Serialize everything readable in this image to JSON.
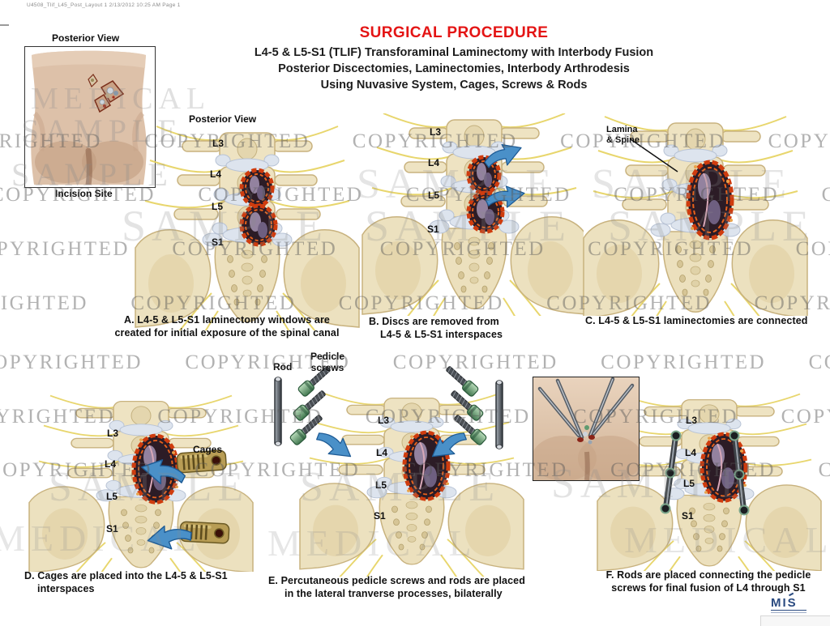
{
  "print_header": "U4508_Tlif_L45_Post_Layout 1   2/13/2012   10:25 AM   Page 1",
  "header": {
    "title": "SURGICAL PROCEDURE",
    "title_color": "#e41414",
    "subtitle_lines": [
      "L4-5 & L5-S1 (TLIF) Transforaminal  Laminectomy with Interbody Fusion",
      "Posterior  Discectomies, Laminectomies, Interbody Arthrodesis",
      "Using Nuvasive System, Cages, Screws & Rods"
    ]
  },
  "incision_panel": {
    "view_label": "Posterior View",
    "caption": "Incision Site"
  },
  "panels": {
    "a": {
      "view_label": "Posterior View",
      "vertebrae": [
        "L3",
        "L4",
        "L5",
        "S1"
      ],
      "caption": [
        "A. L4-5 & L5-S1 laminectomy windows are",
        "created for initial exposure of the spinal canal"
      ]
    },
    "b": {
      "vertebrae": [
        "L3",
        "L4",
        "L5",
        "S1"
      ],
      "caption": [
        "B. Discs are removed from",
        "L4-5 & L5-S1 interspaces"
      ]
    },
    "c": {
      "annotation": [
        "Lamina",
        "& Spine"
      ],
      "caption": [
        "C. L4-5 & L5-S1 laminectomies are connected"
      ]
    },
    "d": {
      "vertebrae": [
        "L3",
        "L4",
        "L5",
        "S1"
      ],
      "annotation": "Cages",
      "caption": [
        "D. Cages are placed into the L4-5 & L5-S1",
        "interspaces"
      ]
    },
    "e": {
      "vertebrae": [
        "L3",
        "L4",
        "L5",
        "S1"
      ],
      "rod_label": "Rod",
      "screws_label": [
        "Pedicle",
        "screws"
      ],
      "caption": [
        "E.  Percutaneous pedicle screws and rods are placed",
        "in the lateral tranverse processes, bilaterally"
      ]
    },
    "f": {
      "vertebrae": [
        "L3",
        "L4",
        "L5",
        "S1"
      ],
      "caption": [
        "F. Rods are placed connecting the pedicle",
        "screws for final fusion of L4 through S1"
      ]
    }
  },
  "watermarks": {
    "copyrighted": "COPYRIGHTED",
    "sample": "SAMPLE",
    "medical": "MEDICAL"
  },
  "logo": {
    "text": "MIS"
  },
  "colors": {
    "title_red": "#e41414",
    "bone": "#ece1bf",
    "ligament": "#d9e1ec",
    "window_red": "#cf3c0e",
    "arrow_blue": "#4a90c8",
    "screw_green": "#5f9a6f",
    "watermark_gray": "#6e6e6e",
    "skin": "#ddc1a9",
    "logo_navy": "#2a4a80"
  }
}
